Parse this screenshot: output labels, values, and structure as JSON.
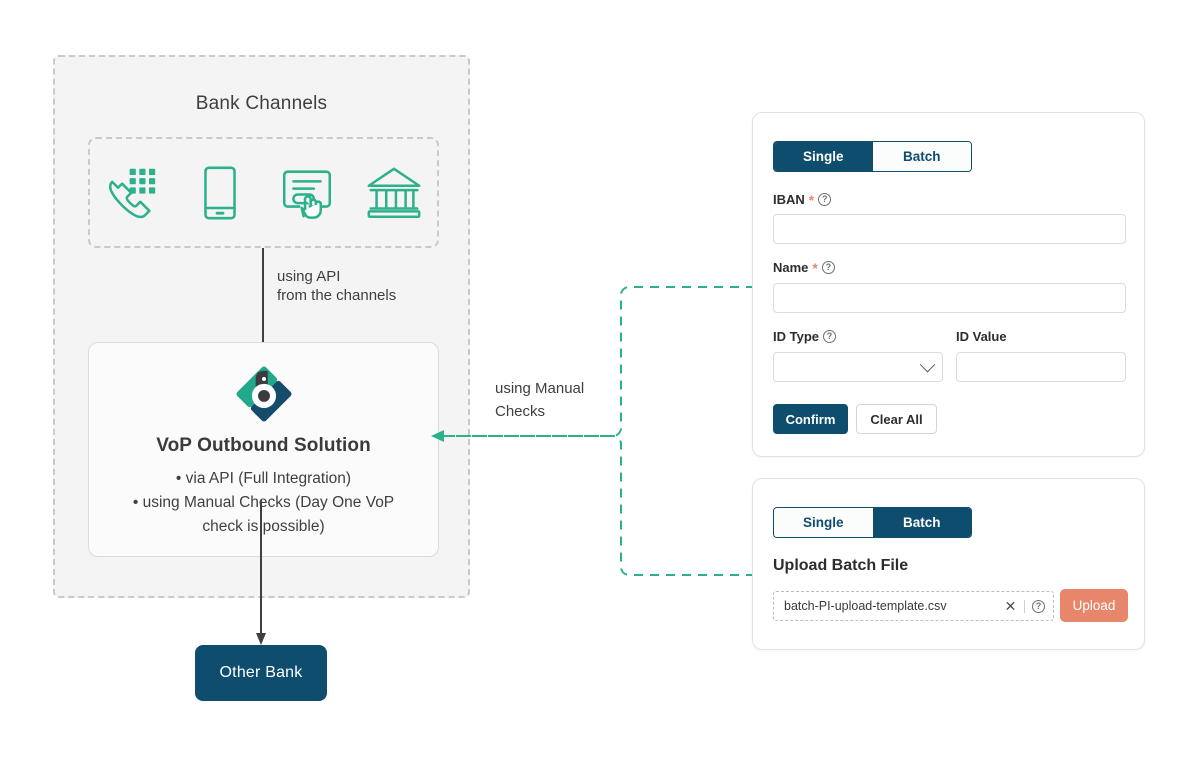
{
  "left_group": {
    "title": "Bank Channels",
    "channels": [
      {
        "icon": "phone-keypad-icon",
        "label": "Phone Banking"
      },
      {
        "icon": "mobile-phone-icon",
        "label": "Mobile Banking"
      },
      {
        "icon": "online-form-click-icon",
        "label": "Online Banking"
      },
      {
        "icon": "bank-building-icon",
        "label": "Branch"
      }
    ],
    "api_arrow_label": "using API\nfrom the channels",
    "vop": {
      "logo_icon": "vop-diamond-logo",
      "title": "VoP Outbound Solution",
      "bullets": [
        "via API (Full Integration)",
        "using Manual Checks (Day One VoP check is possible)"
      ],
      "bullet_lines": [
        "• via API (Full Integration)",
        "• using Manual Checks (Day One VoP",
        "check is possible)"
      ]
    },
    "other_bank_label": "Other Bank"
  },
  "connector": {
    "manual_label": "using Manual\nChecks",
    "color": "#2DB08C",
    "style": "dashed"
  },
  "single_card": {
    "tabs": [
      {
        "label": "Single",
        "active": true
      },
      {
        "label": "Batch",
        "active": false
      }
    ],
    "fields": {
      "iban": {
        "label": "IBAN",
        "required": true,
        "help": "?",
        "value": "",
        "placeholder": ""
      },
      "name": {
        "label": "Name",
        "required": true,
        "help": "?",
        "value": "",
        "placeholder": ""
      },
      "id_type": {
        "label": "ID Type",
        "required": false,
        "help": "?",
        "value": "",
        "placeholder": ""
      },
      "id_value": {
        "label": "ID Value",
        "required": false,
        "value": "",
        "placeholder": ""
      }
    },
    "buttons": {
      "confirm": "Confirm",
      "clear_all": "Clear All"
    }
  },
  "batch_card": {
    "tabs": [
      {
        "label": "Single",
        "active": false
      },
      {
        "label": "Batch",
        "active": true
      }
    ],
    "heading": "Upload Batch File",
    "file_name": "batch-PI-upload-template.csv",
    "clear_icon": "close-icon",
    "help_icon": "?",
    "upload_button": "Upload"
  },
  "colors": {
    "navy": "#0E4D6E",
    "teal": "#2DB08C",
    "coral": "#E8866B",
    "panel_bg": "#F4F4F4",
    "dash_gray": "#C9C9C9"
  }
}
